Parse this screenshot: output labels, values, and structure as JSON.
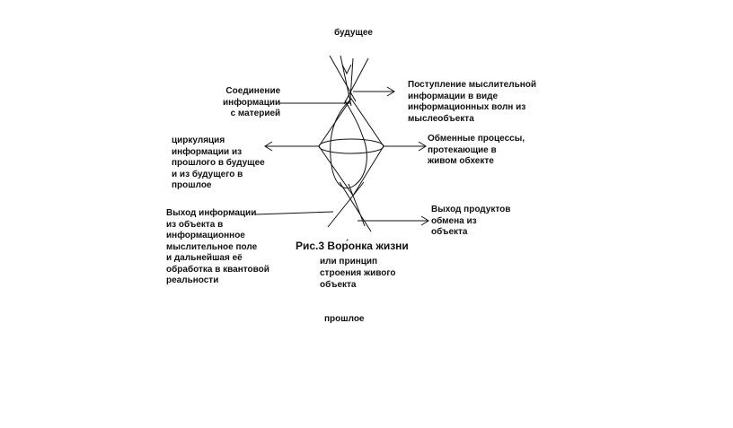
{
  "labels": {
    "future": "будущее",
    "past": "прошлое",
    "connection": "Соединение\nинформации\nс материей",
    "incoming": "Поступление мыслительной\nинформации в виде\nинформационных волн из\nмыслеобъекта",
    "circulation": "циркуляция\nинформации из\nпрошлого в будущее\nи из будущего в\nпрошлое",
    "exchange": "Обменные процессы,\nпротекающие в\nживом обхекте",
    "output_info": "Выход информации\nиз объекта в\nинформационное\nмыслительное поле\nи дальнейшая её\nобработка в квантовой\nреальности",
    "products": "Выход продуктов\nобмена из\nобъекта"
  },
  "caption": {
    "title": "Рис.3 Вор́онка жизни",
    "subtitle": "или принцип\nстроения живого\nобъекта"
  },
  "colors": {
    "ink": "#111111",
    "background": "#ffffff"
  }
}
